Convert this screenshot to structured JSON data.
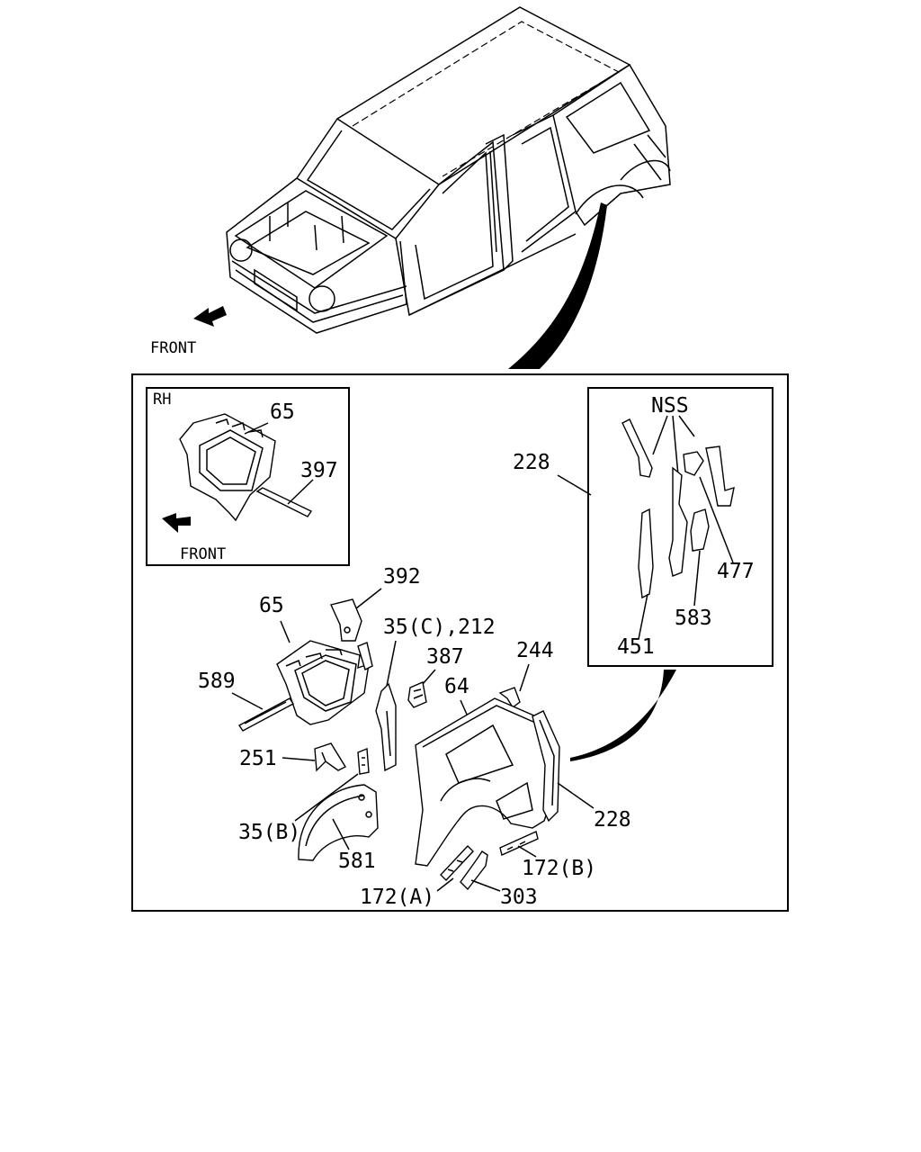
{
  "diagram": {
    "front_label_top": "FRONT",
    "inset_rh": {
      "title": "RH",
      "front_label": "FRONT",
      "callouts": [
        "65",
        "397"
      ]
    },
    "inset_nss": {
      "title": "NSS",
      "callouts": [
        "477",
        "583",
        "451"
      ]
    },
    "callouts": {
      "c228_top": "228",
      "c392": "392",
      "c65": "65",
      "c35c": "35(C),212",
      "c387": "387",
      "c244": "244",
      "c64": "64",
      "c589": "589",
      "c251": "251",
      "c35b": "35(B)",
      "c581": "581",
      "c228_bottom": "228",
      "c172b": "172(B)",
      "c172a": "172(A)",
      "c303": "303"
    }
  }
}
